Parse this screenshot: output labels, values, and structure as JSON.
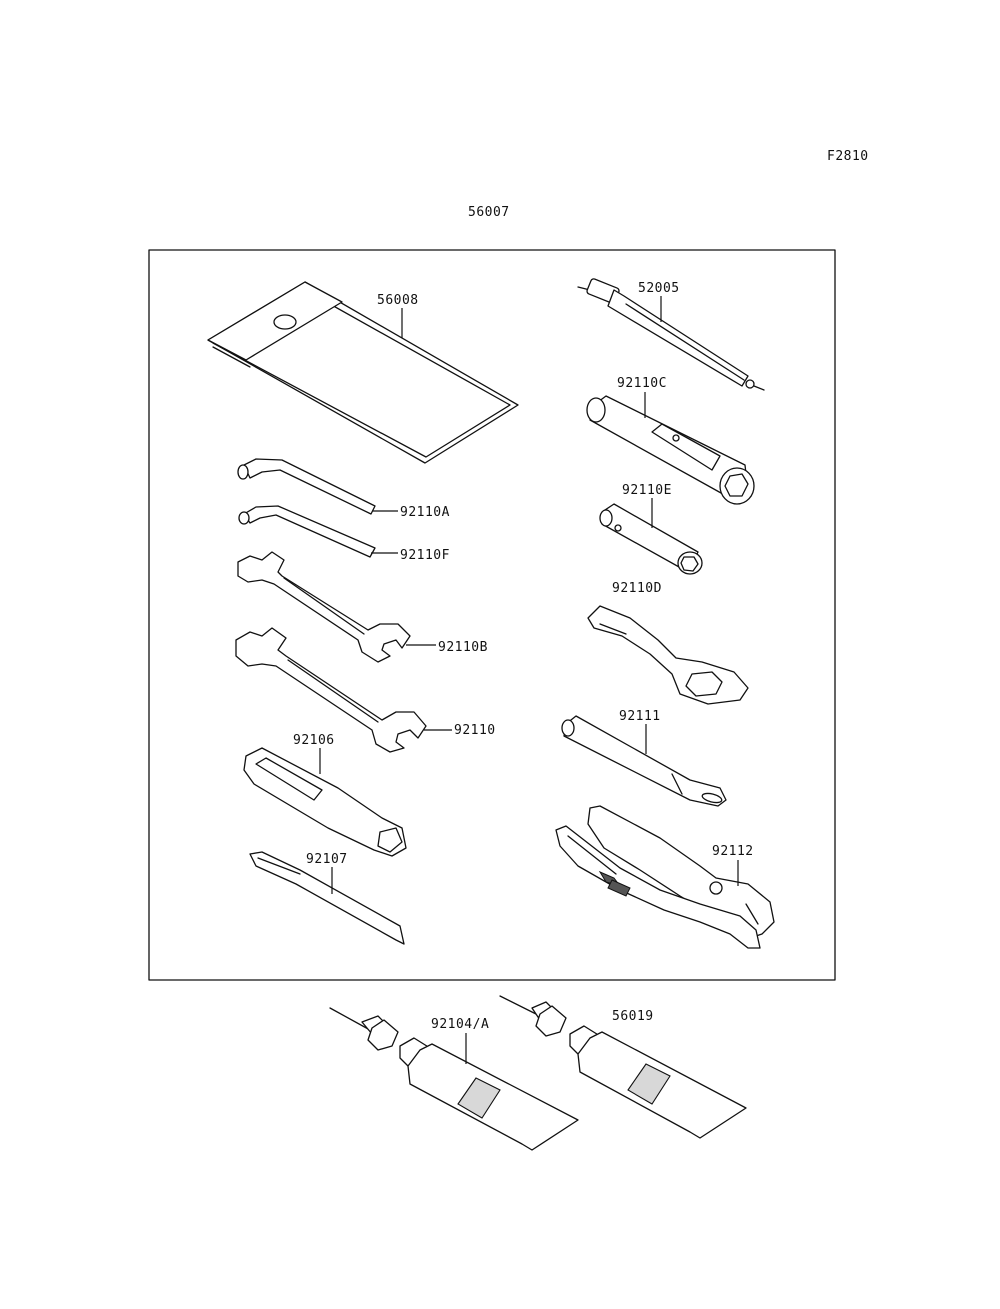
{
  "diagram": {
    "code": "F2810",
    "kit_number": "56007",
    "parts": {
      "pouch": "56008",
      "plug_wrench_handle": "52005",
      "box_wrench_c": "92110C",
      "hex_key_a": "92110A",
      "box_wrench_e": "92110E",
      "hex_key_f": "92110F",
      "box_wrench_d": "92110D",
      "open_wrench_b": "92110B",
      "open_wrench": "92110",
      "extension_bar": "92111",
      "screwdriver_handle": "92106",
      "pliers": "92112",
      "screwdriver_bit": "92107",
      "grease_tube_a": "92104/A",
      "grease_tube_b": "56019"
    }
  },
  "colors": {
    "line": "#111111",
    "background": "#ffffff",
    "tube_band": "#d8d8d8"
  }
}
